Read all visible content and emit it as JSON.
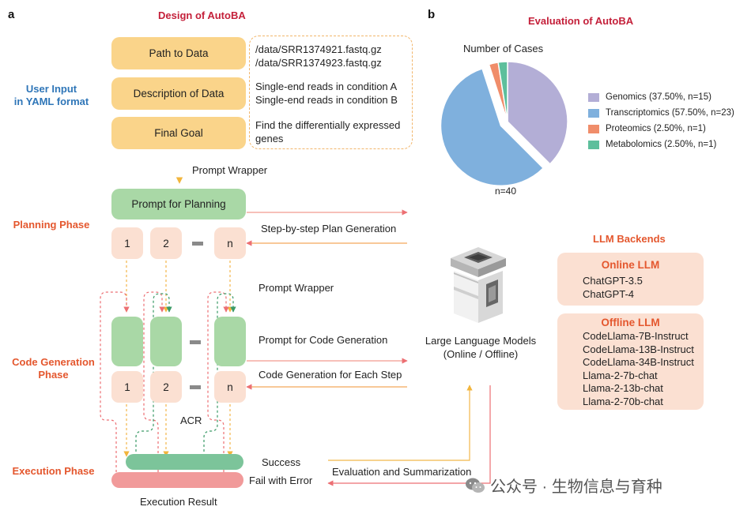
{
  "panel_a": {
    "letter": "a",
    "title": "Design of AutoBA",
    "phases": {
      "user_input": "User Input\nin YAML format",
      "planning": "Planning Phase",
      "code_generation": "Code Generation\nPhase",
      "execution": "Execution Phase"
    },
    "inputs": [
      {
        "label": "Path to Data",
        "values": [
          "/data/SRR1374921.fastq.gz",
          "/data/SRR1374923.fastq.gz"
        ]
      },
      {
        "label": "Description of Data",
        "values": [
          "Single-end reads in condition A",
          "Single-end reads in condition B"
        ]
      },
      {
        "label": "Final Goal",
        "values": [
          "Find the differentially expressed",
          "genes"
        ]
      }
    ],
    "prompt_wrapper_1": "Prompt Wrapper",
    "prompt_for_planning": "Prompt for Planning",
    "step_by_step": "Step-by-step Plan Generation",
    "plan_steps": [
      "1",
      "2",
      "n"
    ],
    "prompt_wrapper_2": "Prompt Wrapper",
    "prompt_for_code": "Prompt for Code Generation",
    "code_gen_each_step": "Code Generation for Each Step",
    "code_steps": [
      "1",
      "2",
      "n"
    ],
    "acr": "ACR",
    "success": "Success",
    "fail": "Fail with Error",
    "execution_result": "Execution Result",
    "evaluation": "Evaluation and Summarization",
    "llm_label": "Large Language Models\n(Online / Offline)"
  },
  "panel_b": {
    "letter": "b",
    "title": "Evaluation of AutoBA",
    "pie_title": "Number of Cases",
    "n_label": "n=40",
    "backends_title": "LLM Backends",
    "online": {
      "title": "Online LLM",
      "items": [
        "ChatGPT-3.5",
        "ChatGPT-4"
      ]
    },
    "offline": {
      "title": "Offline LLM",
      "items": [
        "CodeLlama-7B-Instruct",
        "CodeLlama-13B-Instruct",
        "CodeLlama-34B-Instruct",
        "Llama-2-7b-chat",
        "Llama-2-13b-chat",
        "Llama-2-70b-chat"
      ]
    }
  },
  "chart_data": {
    "type": "pie",
    "title": "Number of Cases",
    "total": 40,
    "slices": [
      {
        "name": "Genomics",
        "legend": "Genomics (37.50%, n=15)",
        "value": 15,
        "percent": 37.5,
        "color": "#b3aed6",
        "exploded": false
      },
      {
        "name": "Transcriptomics",
        "legend": "Transcriptomics (57.50%, n=23)",
        "value": 23,
        "percent": 57.5,
        "color": "#7fb0dd",
        "exploded": true
      },
      {
        "name": "Proteomics",
        "legend": "Proteomics (2.50%, n=1)",
        "value": 1,
        "percent": 2.5,
        "color": "#f08d6a",
        "exploded": false
      },
      {
        "name": "Metabolomics",
        "legend": "Metabolomics (2.50%, n=1)",
        "value": 1,
        "percent": 2.5,
        "color": "#5dbf9c",
        "exploded": false
      }
    ],
    "legend_position": "right"
  },
  "colors": {
    "heading_red": "#c4203a",
    "phase_orange": "#e4572e",
    "user_input_blue": "#2f76b8"
  },
  "watermark": "公众号 · 生物信息与育种"
}
